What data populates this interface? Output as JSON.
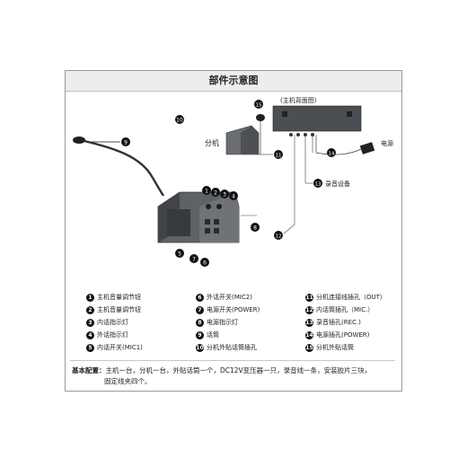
{
  "title": "部件示意图",
  "rear_view_label": "(主机背面图)",
  "slave_label": "分机",
  "power_label": "电源",
  "recorder_label": "录音设备",
  "callouts": [
    "1",
    "2",
    "3",
    "4",
    "5",
    "6",
    "7",
    "8",
    "9",
    "10",
    "11",
    "12",
    "13",
    "14",
    "15"
  ],
  "legend": [
    {
      "num": "1",
      "label": "主机音量调节钮"
    },
    {
      "num": "2",
      "label": "主机音量调节钮"
    },
    {
      "num": "3",
      "label": "内话指示灯"
    },
    {
      "num": "4",
      "label": "外话指示灯"
    },
    {
      "num": "5",
      "label": "内话开关(MIC1)"
    },
    {
      "num": "6",
      "label": "外话开关(MIC2)"
    },
    {
      "num": "7",
      "label": "电源开关(POWER)"
    },
    {
      "num": "8",
      "label": "电源指示灯"
    },
    {
      "num": "9",
      "label": "话筒"
    },
    {
      "num": "10",
      "label": "分机外贴话筒插孔"
    },
    {
      "num": "11",
      "label": "分机连接线插孔（OUT）"
    },
    {
      "num": "12",
      "label": "内话筒插孔（MIC.）"
    },
    {
      "num": "13",
      "label": "录音插孔(REC.)"
    },
    {
      "num": "14",
      "label": "电源插孔(POWER)"
    },
    {
      "num": "15",
      "label": "分机外贴话筒"
    }
  ],
  "config": {
    "label": "基本配置：",
    "line1": "主机一台，分机一台，外贴话筒一个，DC12V变压器一只，录音线一条，安装胶片三块，",
    "line2": "固定线夹四个。"
  }
}
